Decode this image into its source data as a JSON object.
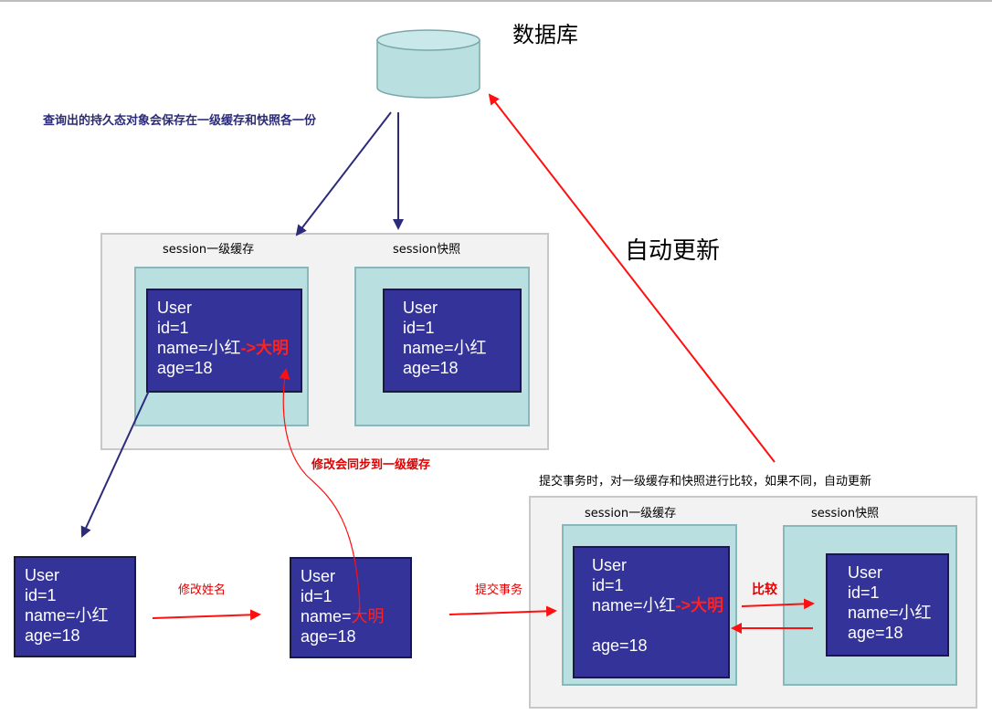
{
  "database": {
    "label": "数据库"
  },
  "query_note": "查询出的持久态对象会保存在一级缓存和快照各一份",
  "auto_update": "自动更新",
  "top_panel": {
    "cache_label": "session一级缓存",
    "snapshot_label": "session快照"
  },
  "cache_user": {
    "title": "User",
    "id": "id=1",
    "name_prefix": "name=小红",
    "name_change": "->大明",
    "age": "age=18"
  },
  "snapshot_user": {
    "title": "User",
    "id": "id=1",
    "name": "name=小红",
    "age": "age=18"
  },
  "sync_note": "修改会同步到一级缓存",
  "commit_note": "提交事务时，对一级缓存和快照进行比较，如果不同，自动更新",
  "flow": {
    "user1": {
      "title": "User",
      "id": "id=1",
      "name": "name=小红",
      "age": "age=18"
    },
    "rename_label": "修改姓名",
    "user2": {
      "title": "User",
      "id": "id=1",
      "name_prefix": "name=",
      "name_new": "大明",
      "age": "age=18"
    },
    "commit_label": "提交事务"
  },
  "bottom_panel": {
    "cache_label": "session一级缓存",
    "snapshot_label": "session快照",
    "compare_label": "比较"
  },
  "bottom_cache_user": {
    "title": "User",
    "id": "id=1",
    "name_prefix": "name=小红",
    "name_change": "->大明",
    "age": "age=18"
  },
  "bottom_snapshot_user": {
    "title": "User",
    "id": "id=1",
    "name": "name=小红",
    "age": "age=18"
  },
  "colors": {
    "user_box": "#333399",
    "inner_box": "#b9dfe0",
    "panel": "#f2f2f2",
    "arrow_blue": "#2b2b7a",
    "arrow_red": "#ff1010"
  }
}
